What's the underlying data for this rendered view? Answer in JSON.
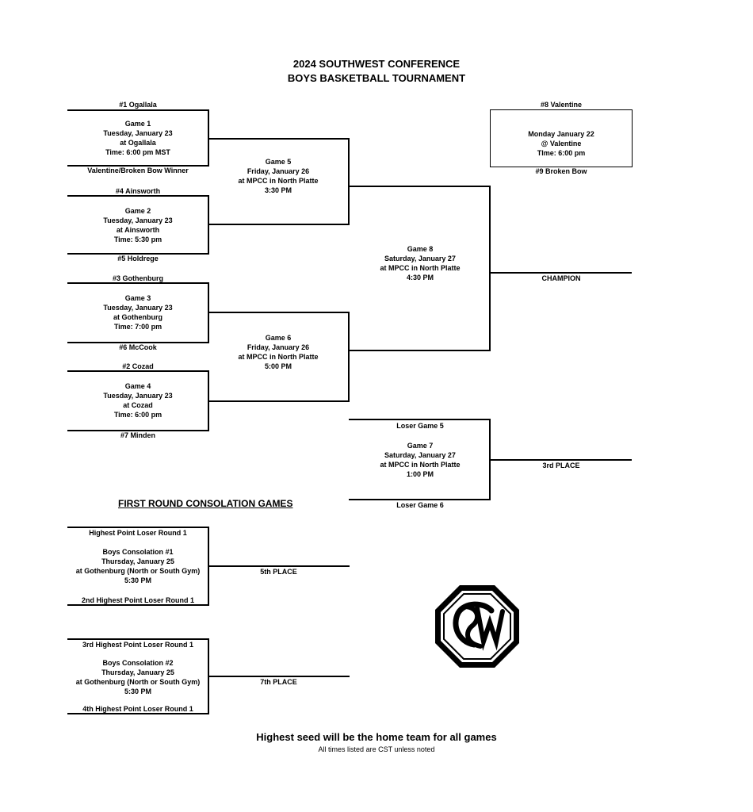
{
  "header": {
    "line1": "2024 SOUTHWEST CONFERENCE",
    "line2": "BOYS BASKETBALL TOURNAMENT"
  },
  "round1": {
    "seed1": "#1 Ogallala",
    "game1": [
      "Game 1",
      "Tuesday, January 23",
      "at Ogallala",
      "Time: 6:00 pm MST"
    ],
    "vbb_winner": "Valentine/Broken Bow Winner",
    "seed4": "#4 Ainsworth",
    "game2": [
      "Game 2",
      "Tuesday, January 23",
      "at Ainsworth",
      "Time: 5:30 pm"
    ],
    "seed5": "#5 Holdrege",
    "seed3": "#3 Gothenburg",
    "game3": [
      "Game 3",
      "Tuesday, January 23",
      "at Gothenburg",
      "Time:  7:00 pm"
    ],
    "seed6": "#6 McCook",
    "seed2": "#2 Cozad",
    "game4": [
      "Game 4",
      "Tuesday, January 23",
      "at Cozad",
      "Time: 6:00 pm"
    ],
    "seed7": "#7 Minden"
  },
  "playin": {
    "seed8": "#8 Valentine",
    "info": [
      "Monday January 22",
      "@ Valentine",
      "TIme: 6:00 pm"
    ],
    "seed9": "#9 Broken Bow"
  },
  "semis": {
    "game5": [
      "Game 5",
      "Friday, January 26",
      "at MPCC in North Platte",
      "3:30 PM"
    ],
    "game6": [
      "Game 6",
      "Friday, January 26",
      "at MPCC in North Platte",
      "5:00 PM"
    ]
  },
  "final": {
    "game8": [
      "Game 8",
      "Saturday, January 27",
      "at MPCC in North Platte",
      "4:30 PM"
    ],
    "champion": "CHAMPION"
  },
  "third": {
    "loser5": "Loser Game 5",
    "game7": [
      "Game 7",
      "Saturday, January 27",
      "at MPCC in North Platte",
      "1:00 PM"
    ],
    "loser6": "Loser Game 6",
    "place": "3rd PLACE"
  },
  "consolation": {
    "title": "FIRST ROUND CONSOLATION GAMES",
    "c1_top": "Highest Point Loser Round 1",
    "c1_info": [
      "Boys Consolation #1",
      "Thursday, January 25",
      "at Gothenburg (North or South Gym)",
      "5:30 PM"
    ],
    "c1_bottom": "2nd Highest Point Loser Round 1",
    "c1_place": "5th PLACE",
    "c2_top": "3rd Highest Point Loser Round 1",
    "c2_info": [
      "Boys Consolation #2",
      "Thursday, January 25",
      "at Gothenburg (North or South Gym)",
      "5:30 PM"
    ],
    "c2_bottom": "4th Highest Point Loser Round 1",
    "c2_place": "7th PLACE"
  },
  "footer": {
    "note": "Highest seed will be the home team for all games",
    "sub": "All times listed are CST unless noted"
  },
  "logo": {
    "icon": "swc-logo-icon",
    "text": "SWC"
  }
}
